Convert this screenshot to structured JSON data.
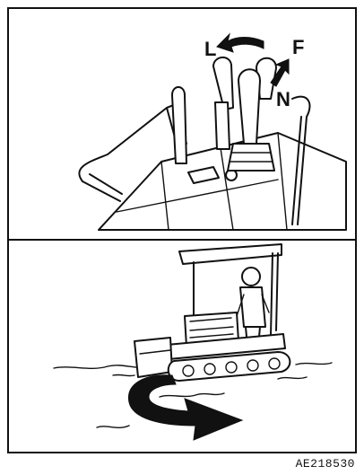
{
  "figure": {
    "top_panel": {
      "labels": {
        "left": "L",
        "forward": "F",
        "neutral": "N"
      },
      "icons": [
        "direction-arrow-left-icon",
        "direction-arrow-forward-icon"
      ]
    },
    "bottom_panel": {
      "icons": [
        "bulldozer-icon",
        "operator-icon",
        "turn-arrow-icon"
      ]
    },
    "figure_id": "AE218530"
  },
  "colors": {
    "ink": "#111111",
    "background": "#ffffff"
  }
}
